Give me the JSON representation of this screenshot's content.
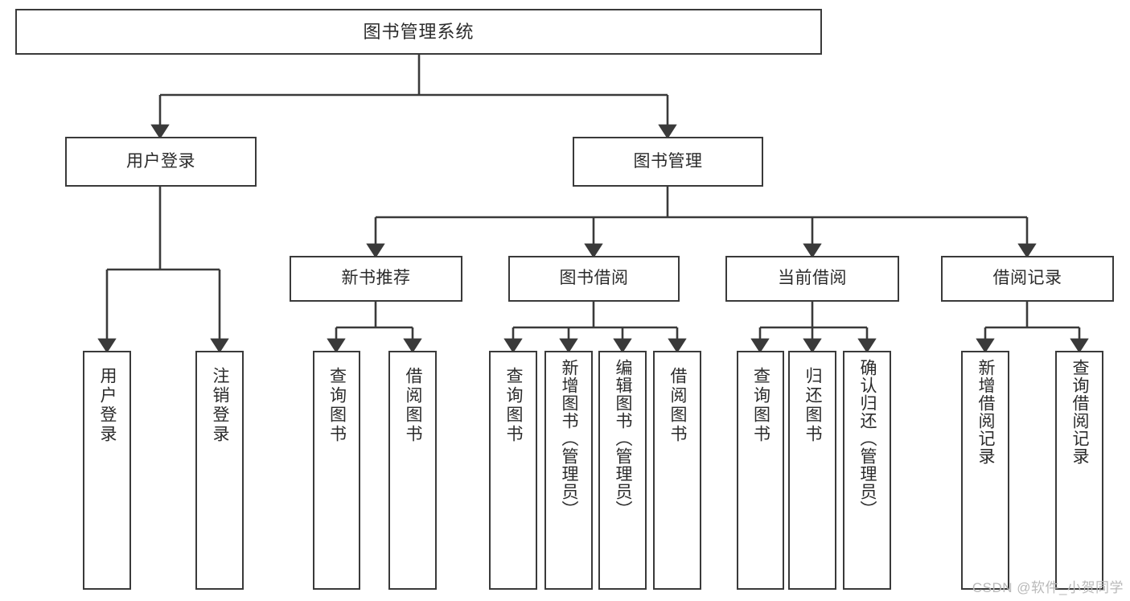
{
  "diagram": {
    "title": "图书管理系统",
    "type": "tree-hierarchy-functional-structure",
    "colors": {
      "stroke": "#3a3a3a",
      "text": "#2b2b2b",
      "background": "#ffffff",
      "watermark": "#b9b9b9"
    },
    "root": {
      "label": "图书管理系统"
    },
    "level2": [
      {
        "label": "用户登录"
      },
      {
        "label": "图书管理"
      }
    ],
    "level3": [
      {
        "label": "新书推荐"
      },
      {
        "label": "图书借阅"
      },
      {
        "label": "当前借阅"
      },
      {
        "label": "借阅记录"
      }
    ],
    "leaves": {
      "user_login": [
        {
          "label": "用户登录"
        },
        {
          "label": "注销登录"
        }
      ],
      "new_book_recommend": [
        {
          "label": "查询图书"
        },
        {
          "label": "借阅图书"
        }
      ],
      "book_borrow": [
        {
          "label": "查询图书"
        },
        {
          "label": "新增图书（管理员）"
        },
        {
          "label": "编辑图书（管理员）"
        },
        {
          "label": "借阅图书"
        }
      ],
      "current_borrow": [
        {
          "label": "查询图书"
        },
        {
          "label": "归还图书"
        },
        {
          "label": "确认归还（管理员）"
        }
      ],
      "borrow_record": [
        {
          "label": "新增借阅记录"
        },
        {
          "label": "查询借阅记录"
        }
      ]
    },
    "watermark": "CSDN @软件_小贺同学"
  }
}
